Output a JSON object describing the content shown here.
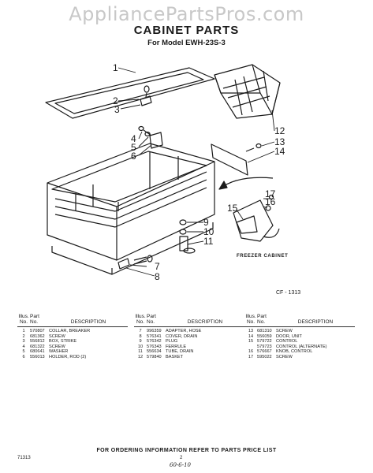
{
  "watermark": "AppliancePartsPros.com",
  "title": "CABINET PARTS",
  "model": "For Model EWH-23S-3",
  "figure_code": "CF - 1313",
  "freezer_label": "FREEZER CABINET",
  "callouts": [
    "1",
    "2",
    "3",
    "4",
    "5",
    "6",
    "7",
    "8",
    "9",
    "10",
    "11",
    "12",
    "13",
    "14",
    "15",
    "16",
    "17"
  ],
  "table": {
    "illus_label": "Illus.",
    "part_label": "Part",
    "no_label": "No.",
    "part_no_label": "No.",
    "desc_label": "DESCRIPTION",
    "columns": [
      [
        {
          "no": "1",
          "part": "570807",
          "desc": "COLLAR, BREAKER"
        },
        {
          "no": "2",
          "part": "681362",
          "desc": "SCREW"
        },
        {
          "no": "3",
          "part": "556812",
          "desc": "BOX, STRIKE"
        },
        {
          "no": "4",
          "part": "681322",
          "desc": "SCREW"
        },
        {
          "no": "5",
          "part": "680641",
          "desc": "WASHER"
        },
        {
          "no": "6",
          "part": "556013",
          "desc": "HOLDER, ROD (2)"
        }
      ],
      [
        {
          "no": "7",
          "part": "996359",
          "desc": "ADAPTER, HOSE"
        },
        {
          "no": "8",
          "part": "576341",
          "desc": "COVER, DRAIN"
        },
        {
          "no": "9",
          "part": "576342",
          "desc": "PLUG"
        },
        {
          "no": "10",
          "part": "576343",
          "desc": "FERRULE"
        },
        {
          "no": "11",
          "part": "556634",
          "desc": "TUBE, DRAIN"
        },
        {
          "no": "12",
          "part": "579840",
          "desc": "BASKET"
        }
      ],
      [
        {
          "no": "13",
          "part": "681310",
          "desc": "SCREW"
        },
        {
          "no": "14",
          "part": "556059",
          "desc": "DOOR, UNIT"
        },
        {
          "no": "15",
          "part": "579722",
          "desc": "CONTROL"
        },
        {
          "no": "",
          "part": "579723",
          "desc": "CONTROL (ALTERNATE)"
        },
        {
          "no": "16",
          "part": "576667",
          "desc": "KNOB, CONTROL"
        },
        {
          "no": "17",
          "part": "595022",
          "desc": "SCREW"
        }
      ]
    ]
  },
  "footer": "FOR ORDERING INFORMATION REFER TO PARTS PRICE LIST",
  "code": "71313",
  "page_num": "2",
  "handwritten": "60-6-10"
}
